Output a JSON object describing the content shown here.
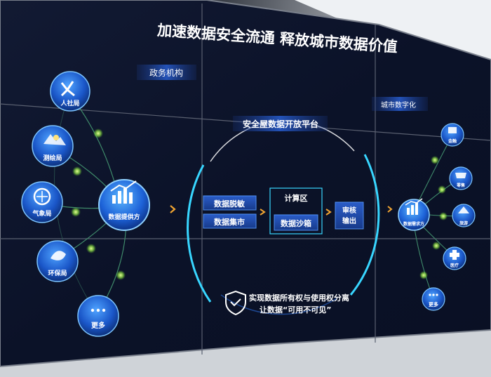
{
  "banner": {
    "title": "加速数据安全流通 释放城市数据价值"
  },
  "left_group": {
    "heading": "政务机构",
    "nodes": [
      "人社局",
      "测绘局",
      "气象局",
      "环保局",
      "更多"
    ],
    "hub": "数据提供方"
  },
  "platform": {
    "title": "安全屋数据开放平台",
    "step_desensitize": "数据脱敏",
    "step_market": "数据集市",
    "compute_zone": "计算区",
    "sandbox": "数据沙箱",
    "review_output": "审核输出",
    "review_line1": "审核",
    "review_line2": "输出",
    "slogan_line1": "实现数据所有权与使用权分离",
    "slogan_line2": "让数据“可用不可见”"
  },
  "right_group": {
    "heading": "城市数字化",
    "hub": "数据需求方",
    "nodes": [
      "金融",
      "零售",
      "旅游",
      "医疗",
      "更多"
    ]
  },
  "colors": {
    "screen_bg": "#0b1228",
    "accent_cyan": "#38d6ff",
    "node_blue": "#1f6fe0",
    "glow_green": "#b8ff5a",
    "arrow_orange": "#f2a531"
  }
}
